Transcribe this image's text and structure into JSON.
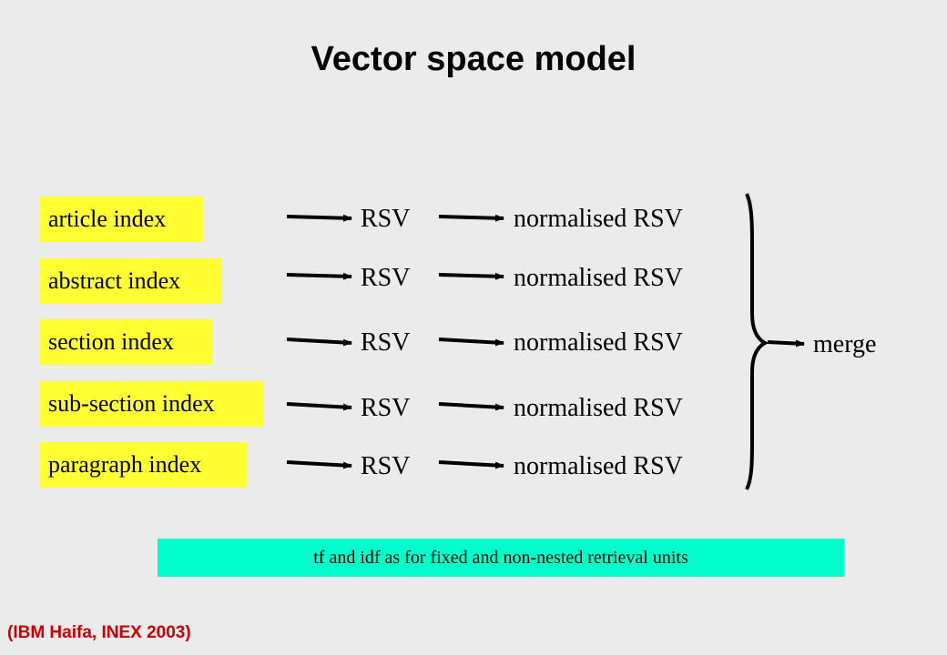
{
  "title": "Vector space model",
  "indexes": [
    {
      "label": "article index",
      "rsv": "RSV",
      "normalised": "normalised RSV"
    },
    {
      "label": "abstract index",
      "rsv": "RSV",
      "normalised": "normalised RSV"
    },
    {
      "label": "section index",
      "rsv": "RSV",
      "normalised": "normalised RSV"
    },
    {
      "label": "sub-section index",
      "rsv": "RSV",
      "normalised": "normalised RSV"
    },
    {
      "label": "paragraph index",
      "rsv": "RSV",
      "normalised": "normalised RSV"
    }
  ],
  "merge_label": "merge",
  "note": "tf and idf as for fixed and non-nested retrieval units",
  "footer": "(IBM Haifa, INEX 2003)",
  "colors": {
    "index_box": "#ffff33",
    "note_box": "#00ffcc",
    "footer_text": "#cc0000"
  }
}
